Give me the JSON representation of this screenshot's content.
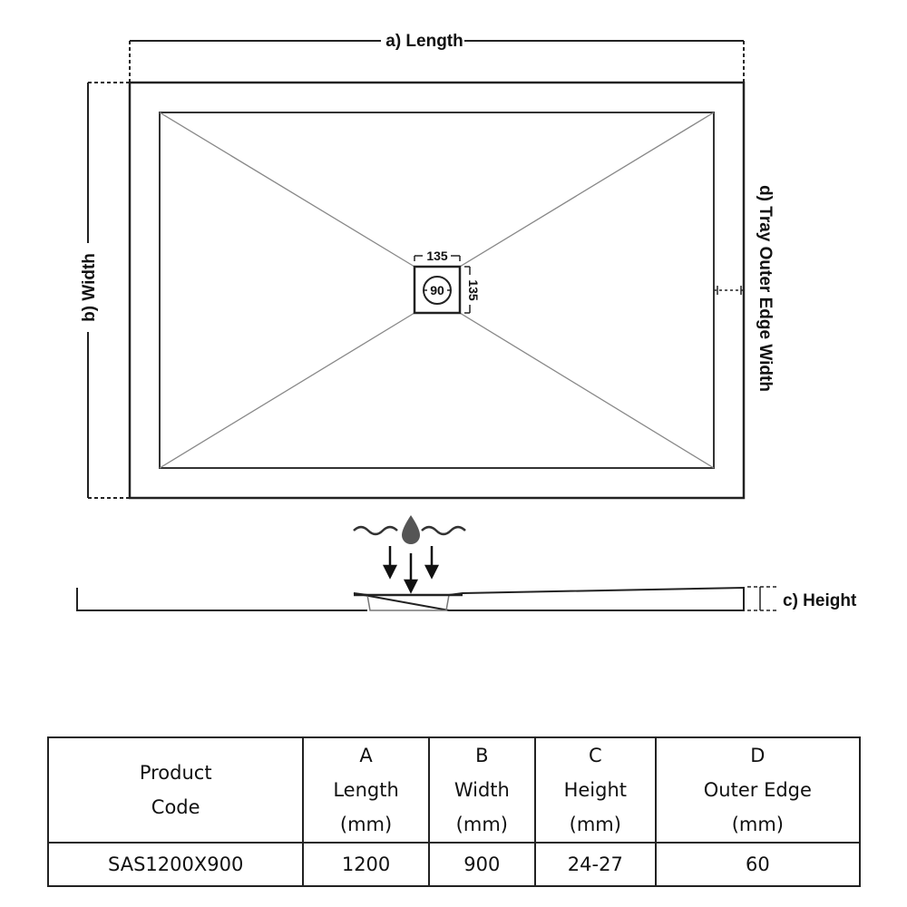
{
  "diagram": {
    "length_label": "a) Length",
    "width_label": "b) Width",
    "height_label": "c) Height",
    "outer_edge_label": "d) Tray Outer Edge Width",
    "drain_width": "135",
    "drain_height": "135",
    "waste_diameter": "90"
  },
  "table": {
    "headers": [
      {
        "lines": [
          "Product",
          "Code"
        ]
      },
      {
        "lines": [
          "A",
          "Length",
          "(mm)"
        ]
      },
      {
        "lines": [
          "B",
          "Width",
          "(mm)"
        ]
      },
      {
        "lines": [
          "C",
          "Height",
          "(mm)"
        ]
      },
      {
        "lines": [
          "D",
          "Outer Edge",
          "(mm)"
        ]
      }
    ],
    "rows": [
      [
        "SAS1200X900",
        "1200",
        "900",
        "24-27",
        "60"
      ]
    ]
  }
}
